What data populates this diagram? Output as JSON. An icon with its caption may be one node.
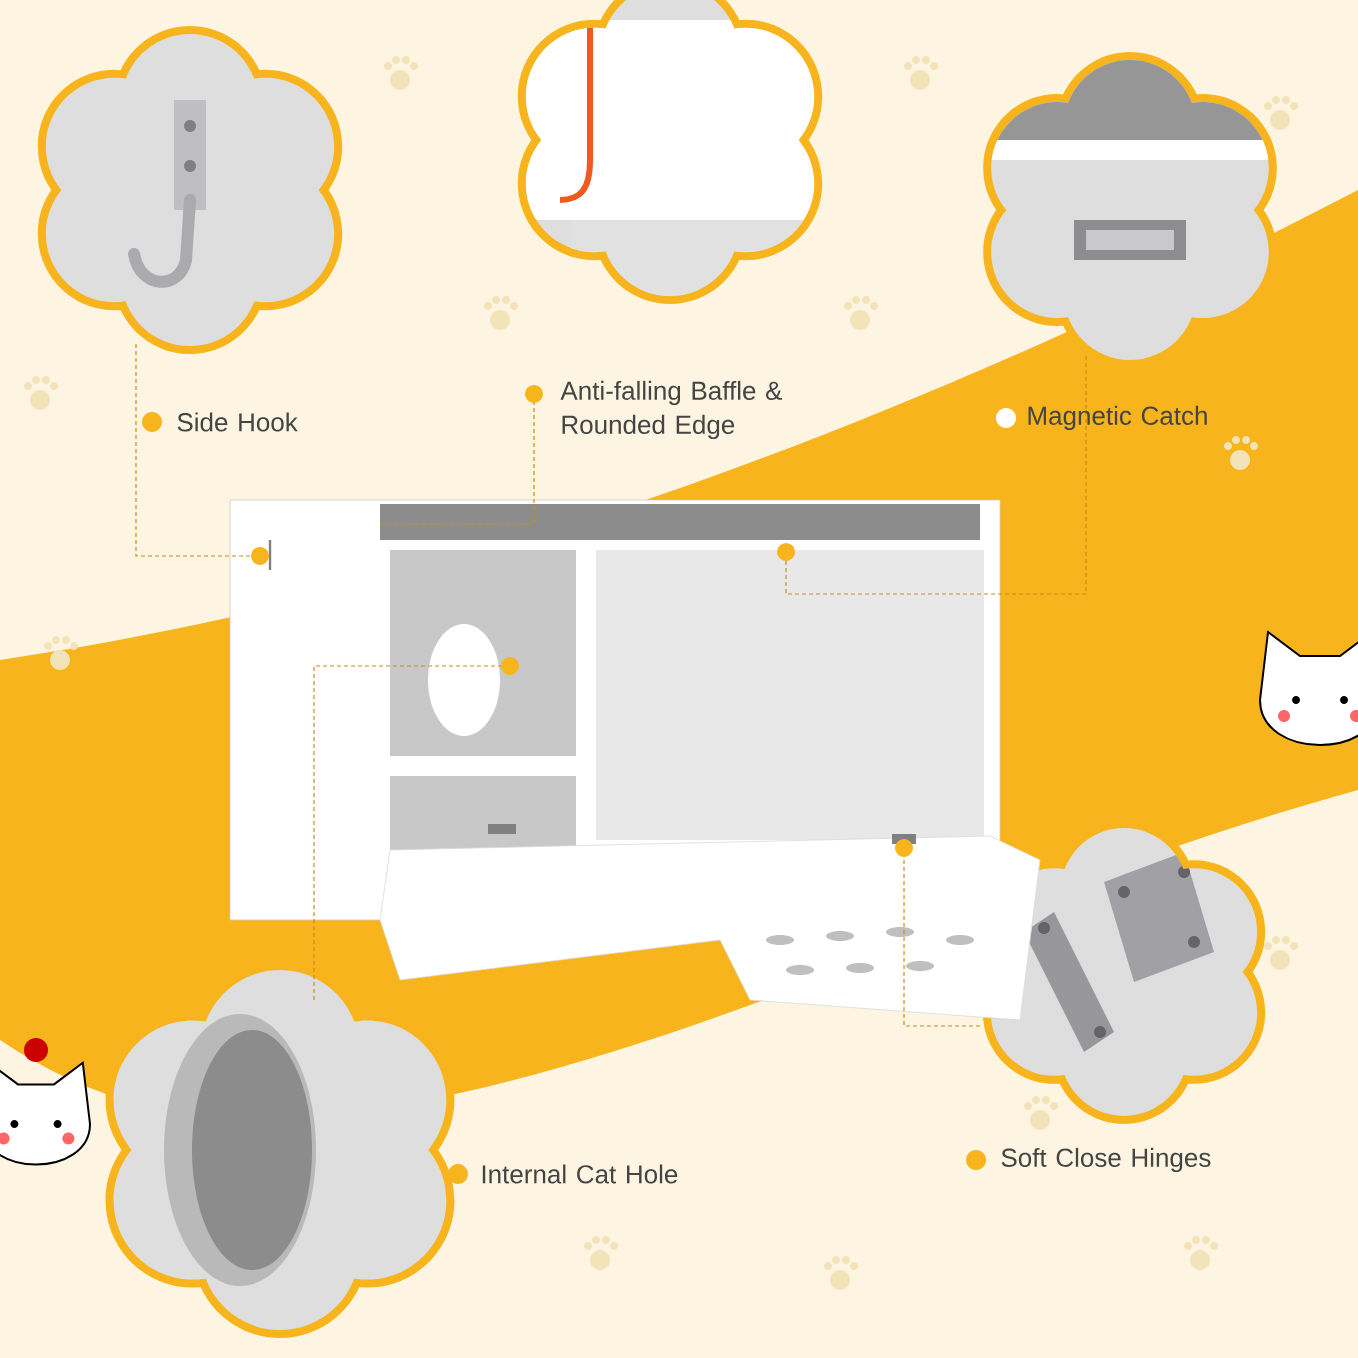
{
  "diagram": {
    "nodes": [
      {
        "text": [],
        "shape": "picture",
        "beside": [
          "Side Hook"
        ]
      },
      {
        "text": [],
        "shape": "picture",
        "beside": [
          "Anti-falling Baffle & Rounded Edge"
        ]
      },
      {
        "text": [],
        "shape": "picture",
        "beside": [
          "Magnetic Catch"
        ]
      },
      {
        "text": [],
        "shape": "picture",
        "beside": [
          "Internal Cat Hole"
        ]
      },
      {
        "text": [],
        "shape": "picture",
        "beside": [
          "Soft Close Hinges"
        ]
      },
      {
        "text": [],
        "shape": "picture"
      }
    ],
    "edges": [
      {
        "from": 0,
        "to": 5,
        "arrow": "other",
        "style": "dashed"
      },
      {
        "from": 5,
        "to": 1,
        "arrow": "other",
        "style": "dashed"
      },
      {
        "from": 2,
        "to": 5,
        "arrow": "other",
        "style": "dashed"
      },
      {
        "from": 3,
        "to": 5,
        "arrow": "other",
        "style": "dashed"
      },
      {
        "from": 4,
        "to": 5,
        "arrow": "other",
        "style": "dashed"
      }
    ]
  }
}
